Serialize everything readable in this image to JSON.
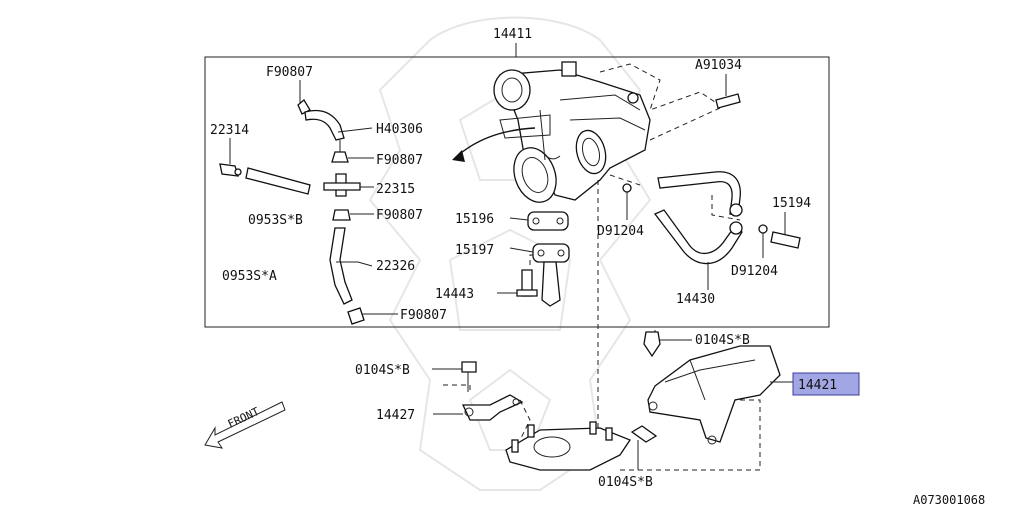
{
  "labels": {
    "p14411": "14411",
    "pF90807a": "F90807",
    "pA91034": "A91034",
    "p22314": "22314",
    "pH40306": "H40306",
    "pF90807b": "F90807",
    "p22315": "22315",
    "p0953SB": "0953S*B",
    "pF90807c": "F90807",
    "p15196": "15196",
    "pD91204a": "D91204",
    "p15194": "15194",
    "p15197": "15197",
    "p22326": "22326",
    "p0953SA": "0953S*A",
    "pD91204b": "D91204",
    "p14443": "14443",
    "p14430": "14430",
    "pF90807d": "F90807",
    "p0104SBa": "0104S*B",
    "p0104SBb": "0104S*B",
    "p14421": "14421",
    "p14427": "14427",
    "p0104SBc": "0104S*B",
    "front": "FRONT",
    "ref": "A073001068"
  },
  "colors": {
    "highlight": "#a3a6e4",
    "line": "#222222"
  }
}
